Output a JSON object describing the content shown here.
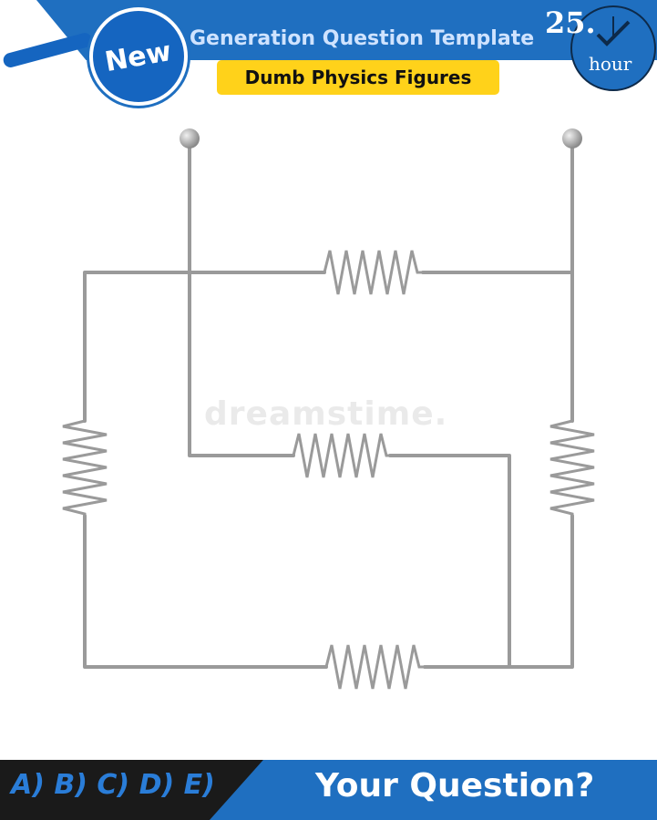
{
  "header": {
    "badge_label": "New",
    "template_title": "Generation Question Template",
    "subtitle": "Dumb Physics Figures",
    "hours_number": "25.",
    "hours_word": "hour",
    "accent_color": "#1f6fc0",
    "highlight_color": "#ffd21a"
  },
  "diagram": {
    "components": [
      {
        "type": "terminal",
        "name": "terminal-left"
      },
      {
        "type": "terminal",
        "name": "terminal-right"
      },
      {
        "type": "resistor",
        "name": "resistor-top"
      },
      {
        "type": "resistor",
        "name": "resistor-middle"
      },
      {
        "type": "resistor",
        "name": "resistor-left"
      },
      {
        "type": "resistor",
        "name": "resistor-right"
      },
      {
        "type": "resistor",
        "name": "resistor-bottom"
      }
    ],
    "wire_color": "#9a9a9a"
  },
  "watermark": "dreamstime.",
  "footer": {
    "options": "A) B) C) D) E)",
    "question": "Your Question?"
  }
}
